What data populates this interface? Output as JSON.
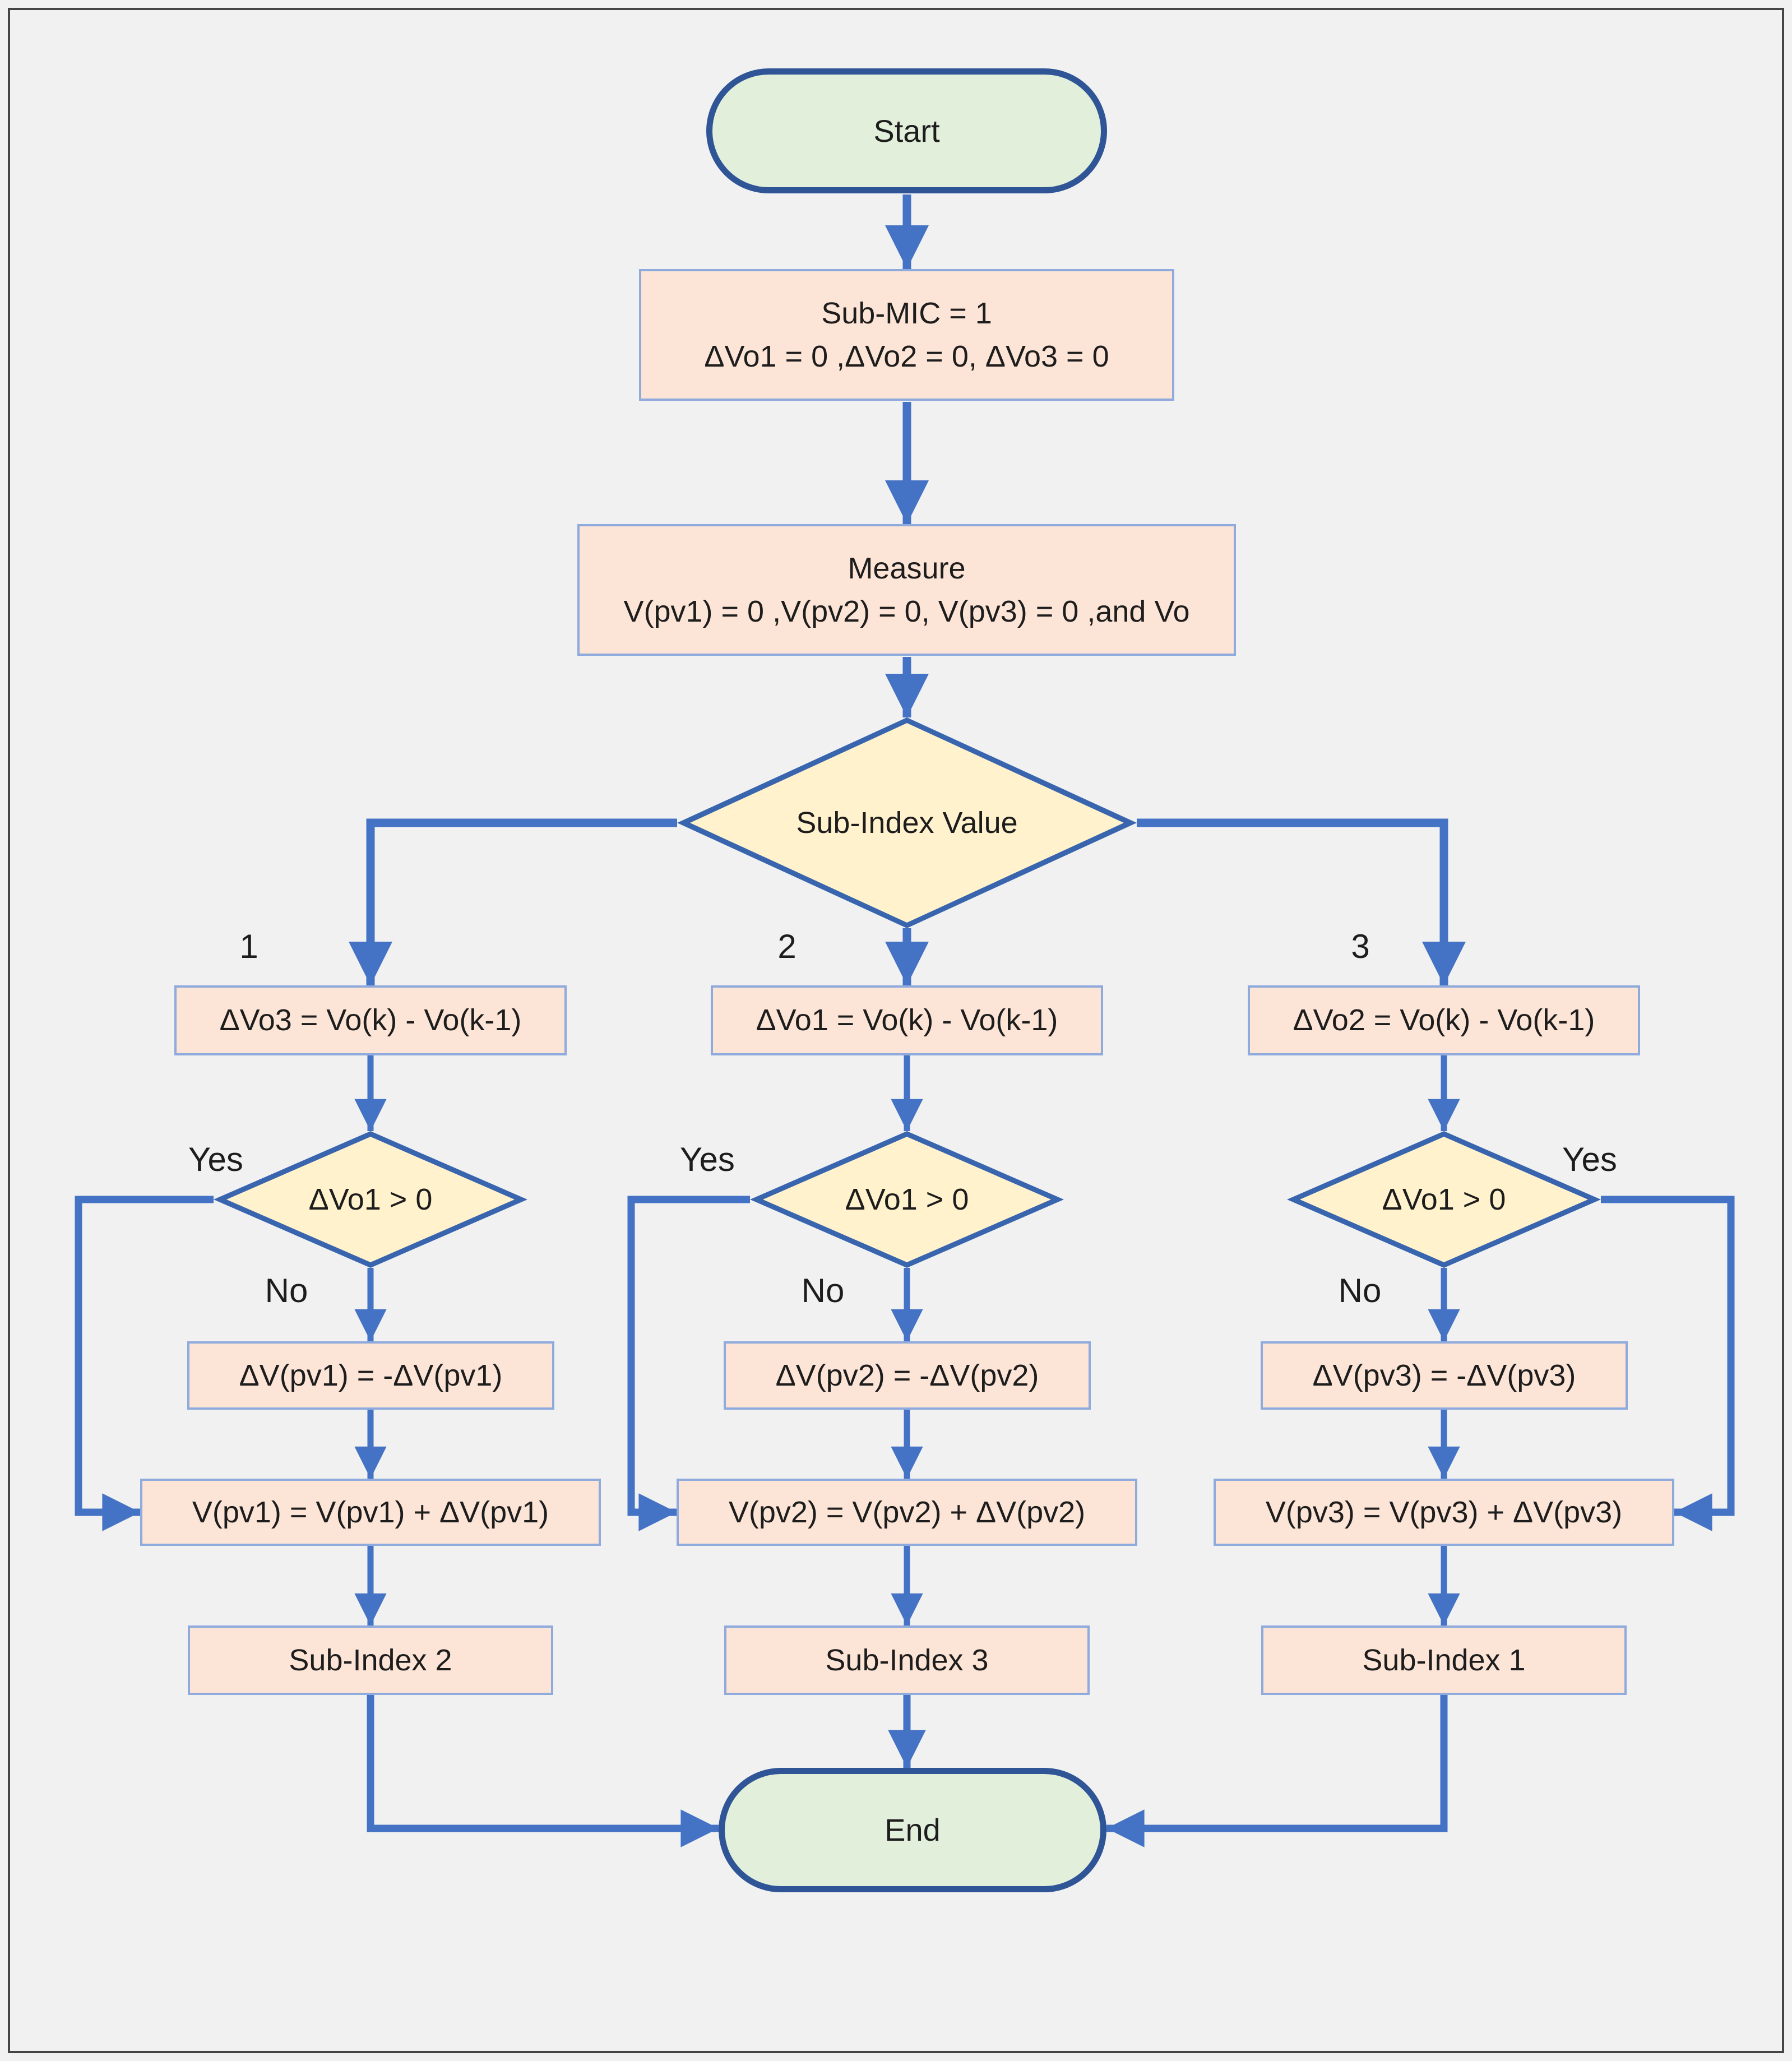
{
  "colors": {
    "edge": "#4472C4",
    "processFill": "#FCE4D6",
    "processBorder": "#8FAADC",
    "decisionFill": "#FFF2CC",
    "decisionBorder": "#3865AE",
    "terminalFill": "#E2EFDA",
    "terminalBorder": "#2F5597",
    "bg": "#F1F1F2",
    "frame": "#454545",
    "text": "#1D1D1D"
  },
  "nodes": {
    "start": "Start",
    "init_line1": "Sub-MIC = 1",
    "init_line2": "ΔVo1 = 0 ,ΔVo2 = 0, ΔVo3 = 0",
    "measure_line1": "Measure",
    "measure_line2": "V(pv1) = 0 ,V(pv2) = 0, V(pv3) = 0 ,and Vo",
    "decision_main": "Sub-Index Value",
    "end": "End"
  },
  "branches": [
    {
      "case": "1",
      "delta": "ΔVo3 = Vo(k) - Vo(k-1)",
      "decision": "ΔVo1 > 0",
      "yes": "Yes",
      "no": "No",
      "negate": "ΔV(pv1) = -ΔV(pv1)",
      "update": "V(pv1) = V(pv1) + ΔV(pv1)",
      "subindex": "Sub-Index 2"
    },
    {
      "case": "2",
      "delta": "ΔVo1 = Vo(k) - Vo(k-1)",
      "decision": "ΔVo1 > 0",
      "yes": "Yes",
      "no": "No",
      "negate": "ΔV(pv2) = -ΔV(pv2)",
      "update": "V(pv2) = V(pv2) + ΔV(pv2)",
      "subindex": "Sub-Index 3"
    },
    {
      "case": "3",
      "delta": "ΔVo2 = Vo(k) - Vo(k-1)",
      "decision": "ΔVo1 > 0",
      "yes": "Yes",
      "no": "No",
      "negate": "ΔV(pv3) = -ΔV(pv3)",
      "update": "V(pv3) = V(pv3) + ΔV(pv3)",
      "subindex": "Sub-Index 1"
    }
  ]
}
